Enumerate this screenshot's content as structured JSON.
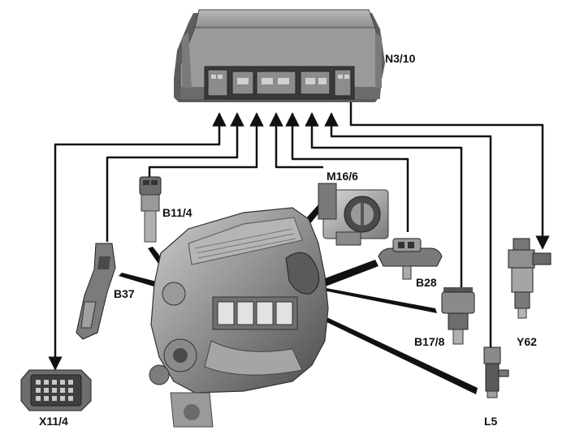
{
  "labels": {
    "ecu": "N3/10",
    "throttle": "M16/6",
    "b11": "B11/4",
    "b37": "B37",
    "b28": "B28",
    "b17": "B17/8",
    "y62": "Y62",
    "x11": "X11/4",
    "l5": "L5"
  }
}
